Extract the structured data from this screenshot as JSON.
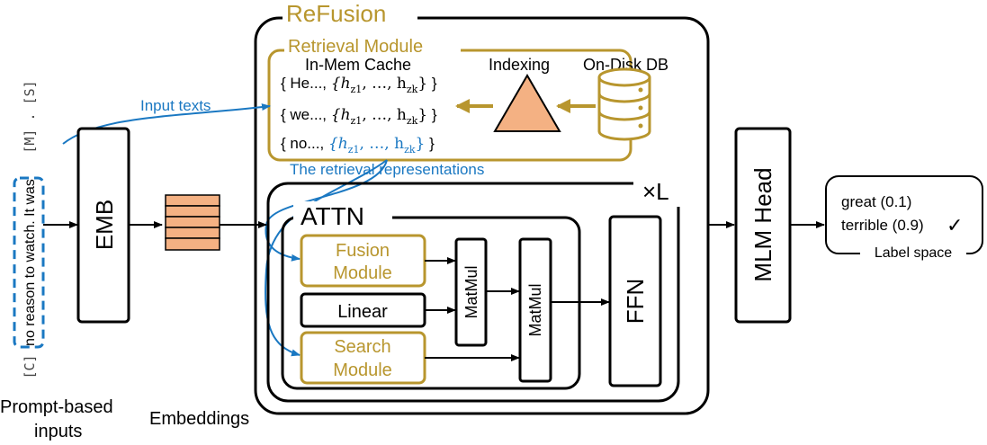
{
  "title": "ReFusion",
  "retrieval_module": {
    "title": "Retrieval Module",
    "cache_label": "In-Mem Cache",
    "indexing_label": "Indexing",
    "disk_label": "On-Disk DB",
    "cache_rows": [
      {
        "prefix": "{ He..., ",
        "vec": "{h",
        "suffix": " }"
      },
      {
        "prefix": "{ we..., ",
        "vec": "{h",
        "suffix": " }"
      },
      {
        "prefix": "{ no..., ",
        "vec": "{h",
        "suffix": " }"
      }
    ],
    "vec_parts": {
      "h": "h",
      "z": "z",
      "sub1": "1",
      "subk": "k",
      "dots": ", …, "
    }
  },
  "labels": {
    "input_texts": "Input texts",
    "retrieval_reps": "The retrieval representations",
    "repeat": "×L",
    "attn": "ATTN",
    "emb": "EMB",
    "fusion_1": "Fusion",
    "fusion_2": "Module",
    "linear": "Linear",
    "search_1": "Search",
    "search_2": "Module",
    "matmul": "MatMul",
    "ffn": "FFN",
    "mlm_head": "MLM Head",
    "embeddings": "Embeddings",
    "prompt_1": "Prompt-based",
    "prompt_2": "inputs"
  },
  "prompt": {
    "cls": "[C]",
    "text": "no reason to watch. It was",
    "tail": "[M] . [S]"
  },
  "label_space": {
    "title": "Label space",
    "great": "great (0.1)",
    "terrible": "terrible (0.9)",
    "check": "✓"
  },
  "colors": {
    "gold": "#b8962e",
    "blue": "#1a78c2",
    "orange": "#f4b183",
    "black": "#000000"
  }
}
